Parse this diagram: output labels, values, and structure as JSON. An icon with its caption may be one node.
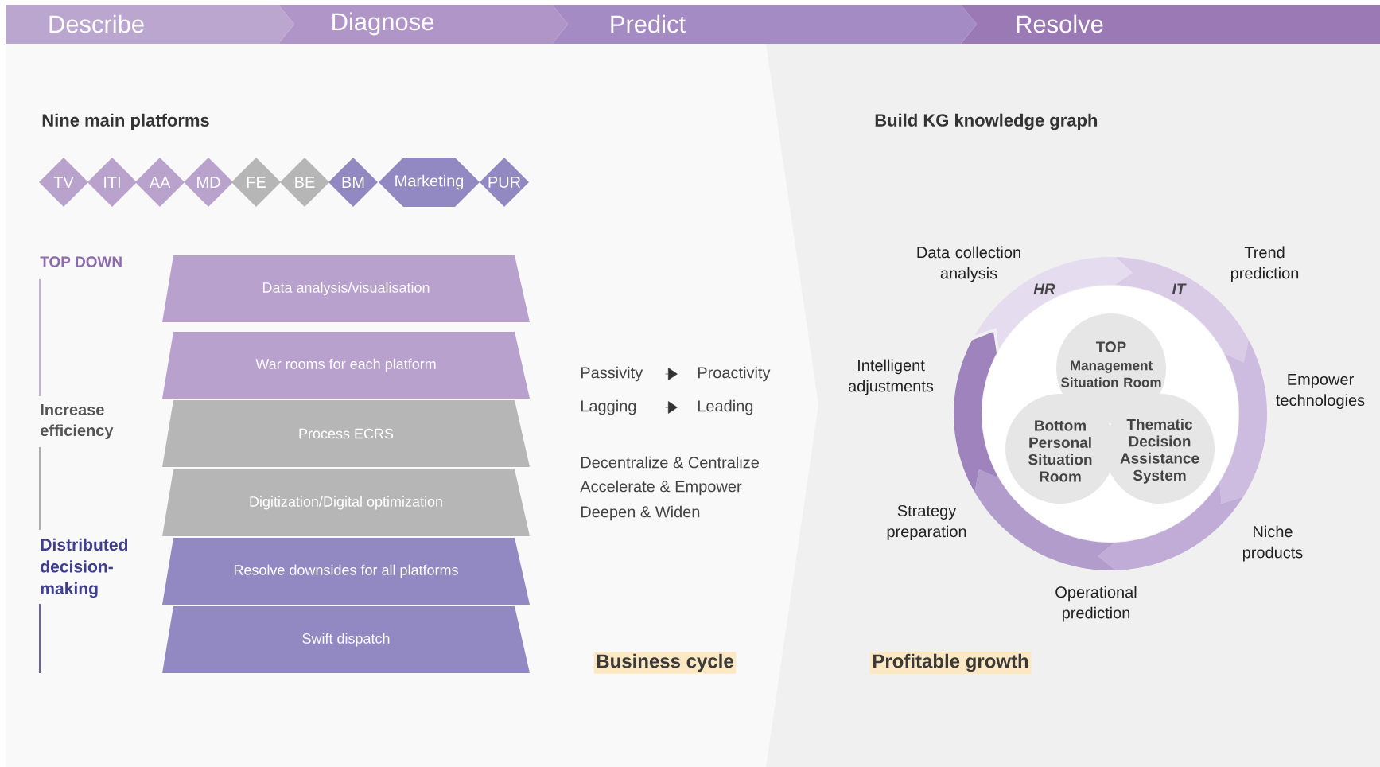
{
  "diagram": {
    "nodes": [
      {
        "text": [
          "Describe"
        ]
      },
      {
        "text": [
          "Diagnose"
        ]
      },
      {
        "text": [
          "Predict"
        ]
      },
      {
        "text": [
          "Resolve"
        ]
      },
      {
        "text": [
          "TV"
        ]
      },
      {
        "text": [
          "ITI"
        ]
      },
      {
        "text": [
          "AA"
        ]
      },
      {
        "text": [
          "MD"
        ]
      },
      {
        "text": [
          "FE"
        ]
      },
      {
        "text": [
          "BE"
        ]
      },
      {
        "text": [
          "BM"
        ]
      },
      {
        "text": [
          "Marketing"
        ]
      },
      {
        "text": [
          "PUR"
        ]
      },
      {
        "text": [
          "Data analysis/visualisation"
        ]
      },
      {
        "text": [
          "War rooms for each platform"
        ]
      },
      {
        "text": [
          "Process ECRS"
        ]
      },
      {
        "text": [
          "Digitization/Digital optimization"
        ]
      },
      {
        "text": [
          "Resolve downsides for all platforms"
        ]
      },
      {
        "text": [
          "Swift dispatch"
        ]
      },
      {
        "text": [
          "Passivity"
        ]
      },
      {
        "text": [
          "Proactivity"
        ]
      },
      {
        "text": [
          "Lagging"
        ]
      },
      {
        "text": [
          "Leading"
        ]
      },
      {
        "text": [
          "TOP",
          "Management Situation Room"
        ]
      },
      {
        "text": [
          "Bottom Personal Situation Room"
        ]
      },
      {
        "text": [
          "Thematic Decision Assistance System"
        ]
      },
      {
        "text": [],
        "shape": "arc"
      },
      {
        "text": [],
        "shape": "arc"
      },
      {
        "text": [],
        "shape": "arc"
      },
      {
        "text": [],
        "shape": "arc"
      },
      {
        "text": [],
        "shape": "arc"
      },
      {
        "text": [],
        "shape": "arc"
      }
    ],
    "edges": [
      {
        "from": 19,
        "to": 20,
        "arrow": "to"
      },
      {
        "from": 21,
        "to": 22,
        "arrow": "to"
      }
    ],
    "labels": [
      "Nine main platforms",
      "Build KG knowledge graph",
      "TOP DOWN",
      "Increase efficiency",
      "Distributed decision-making",
      "Decentralize & Centralize",
      "Accelerate & Empower",
      "Deepen & Widen",
      "Business cycle",
      "Profitable growth",
      "Data collection analysis",
      "HR",
      "IT",
      "Trend prediction",
      "Intelligent adjustments",
      "Empower technologies",
      "Strategy preparation",
      "Niche products",
      "Operational prediction"
    ]
  }
}
